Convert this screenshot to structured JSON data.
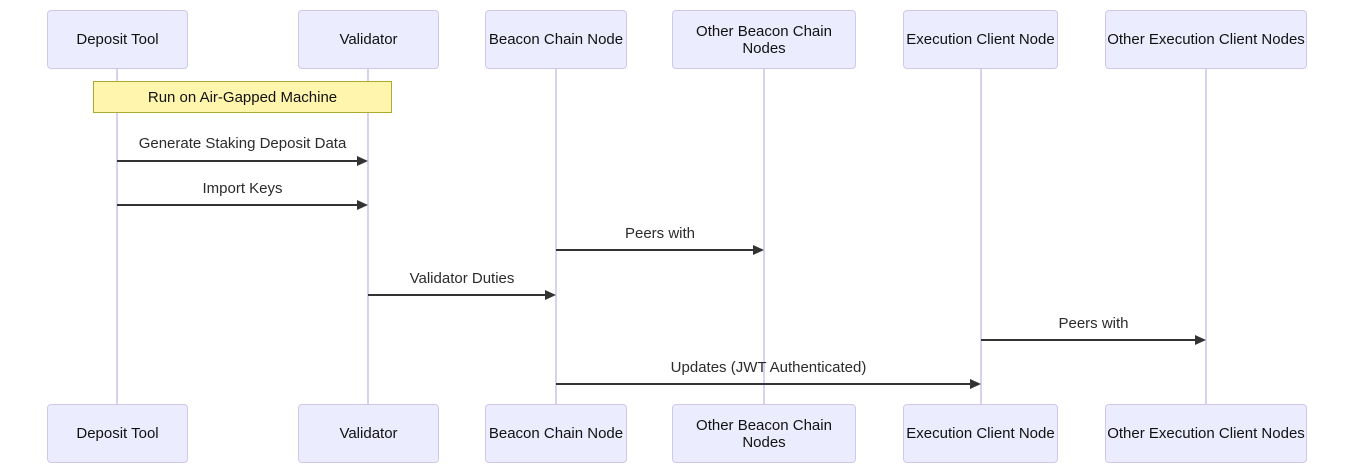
{
  "diagram": {
    "type": "sequence-diagram",
    "participants": [
      {
        "id": "deposit-tool",
        "label": "Deposit Tool"
      },
      {
        "id": "validator",
        "label": "Validator"
      },
      {
        "id": "beacon-chain-node",
        "label": "Beacon Chain Node"
      },
      {
        "id": "other-beacon-chain-nodes",
        "label": "Other Beacon Chain Nodes"
      },
      {
        "id": "execution-client-node",
        "label": "Execution Client Node"
      },
      {
        "id": "other-execution-client-nodes",
        "label": "Other Execution Client Nodes"
      }
    ],
    "note": {
      "label": "Run on Air-Gapped Machine",
      "over": [
        "Deposit Tool",
        "Validator"
      ]
    },
    "messages": [
      {
        "from": "Deposit Tool",
        "to": "Validator",
        "label": "Generate Staking Deposit Data",
        "arrow": "solid"
      },
      {
        "from": "Deposit Tool",
        "to": "Validator",
        "label": "Import Keys",
        "arrow": "solid"
      },
      {
        "from": "Beacon Chain Node",
        "to": "Other Beacon Chain Nodes",
        "label": "Peers with",
        "arrow": "solid"
      },
      {
        "from": "Validator",
        "to": "Beacon Chain Node",
        "label": "Validator Duties",
        "arrow": "solid"
      },
      {
        "from": "Execution Client Node",
        "to": "Other Execution Client Nodes",
        "label": "Peers with",
        "arrow": "solid"
      },
      {
        "from": "Beacon Chain Node",
        "to": "Execution Client Node",
        "label": "Updates (JWT Authenticated)",
        "arrow": "solid"
      }
    ],
    "colors": {
      "participant_fill": "#ECECFF",
      "participant_border": "#D0C7EA",
      "lifeline": "#D9D0F2",
      "note_fill": "#FFF5AD",
      "note_border": "#AAAA33",
      "message_line": "#333333",
      "text": "#1a1a1a"
    }
  }
}
